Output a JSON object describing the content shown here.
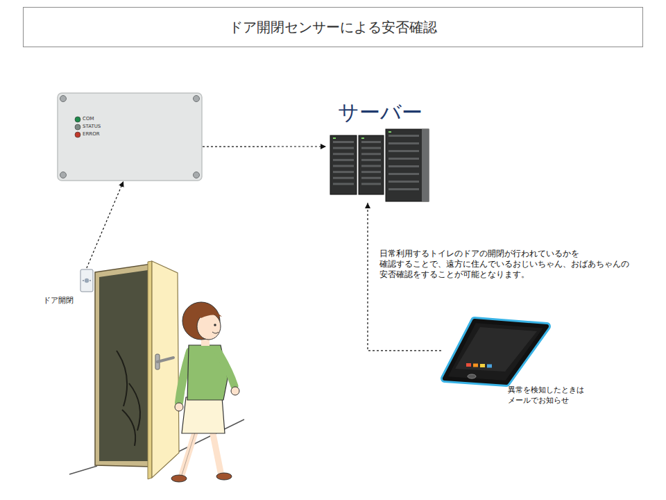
{
  "diagram": {
    "title": "ドア開閉センサーによる安否確認",
    "nodes": [
      {
        "text": [
          "COM",
          "STATUS",
          "ERROR"
        ]
      },
      {
        "text": [
          "サーバー"
        ]
      },
      {
        "text": [
          "ドア開閉"
        ]
      },
      {
        "text": [
          "異常を検知したときは メールでお知らせ"
        ]
      }
    ],
    "edges": [
      {
        "from": 2,
        "to": 0,
        "arrow": "to"
      },
      {
        "from": 0,
        "to": 1,
        "arrow": "to"
      },
      {
        "from": 3,
        "to": 1,
        "arrow": "to"
      }
    ],
    "labels": [
      "日常利用するトイレのドアの開閉が行われているかを 確認することで、遠方に住んでいるおじいちゃん、おばあちゃんの 安否確認をすることが可能となります。"
    ]
  }
}
